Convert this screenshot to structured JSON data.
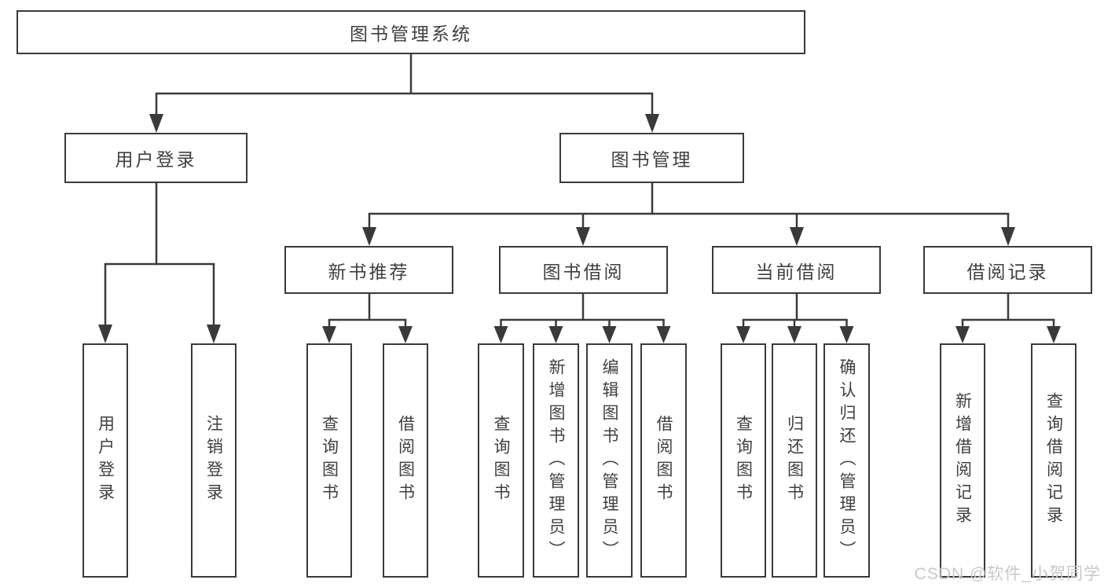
{
  "diagram": {
    "root": {
      "label": "图书管理系统"
    },
    "level2": [
      {
        "label": "用户登录"
      },
      {
        "label": "图书管理"
      }
    ],
    "login_children": [
      {
        "label": "用户登录"
      },
      {
        "label": "注销登录"
      }
    ],
    "level3": [
      {
        "label": "新书推荐"
      },
      {
        "label": "图书借阅"
      },
      {
        "label": "当前借阅"
      },
      {
        "label": "借阅记录"
      }
    ],
    "recommend_children": [
      {
        "label": "查询图书"
      },
      {
        "label": "借阅图书"
      }
    ],
    "borrow_children": [
      {
        "label": "查询图书"
      },
      {
        "label": "新增图书（管理员）"
      },
      {
        "label": "编辑图书（管理员）"
      },
      {
        "label": "借阅图书"
      }
    ],
    "current_children": [
      {
        "label": "查询图书"
      },
      {
        "label": "归还图书"
      },
      {
        "label": "确认归还（管理员）"
      }
    ],
    "record_children": [
      {
        "label": "新增借阅记录"
      },
      {
        "label": "查询借阅记录"
      }
    ]
  },
  "watermark": {
    "text": "CSDN @软件_小贺同学"
  },
  "colors": {
    "line": "#3a3a3a",
    "border": "#3a3a3a",
    "text": "#3f3f3f",
    "watermark": "#c9c9c9",
    "background": "#ffffff"
  }
}
